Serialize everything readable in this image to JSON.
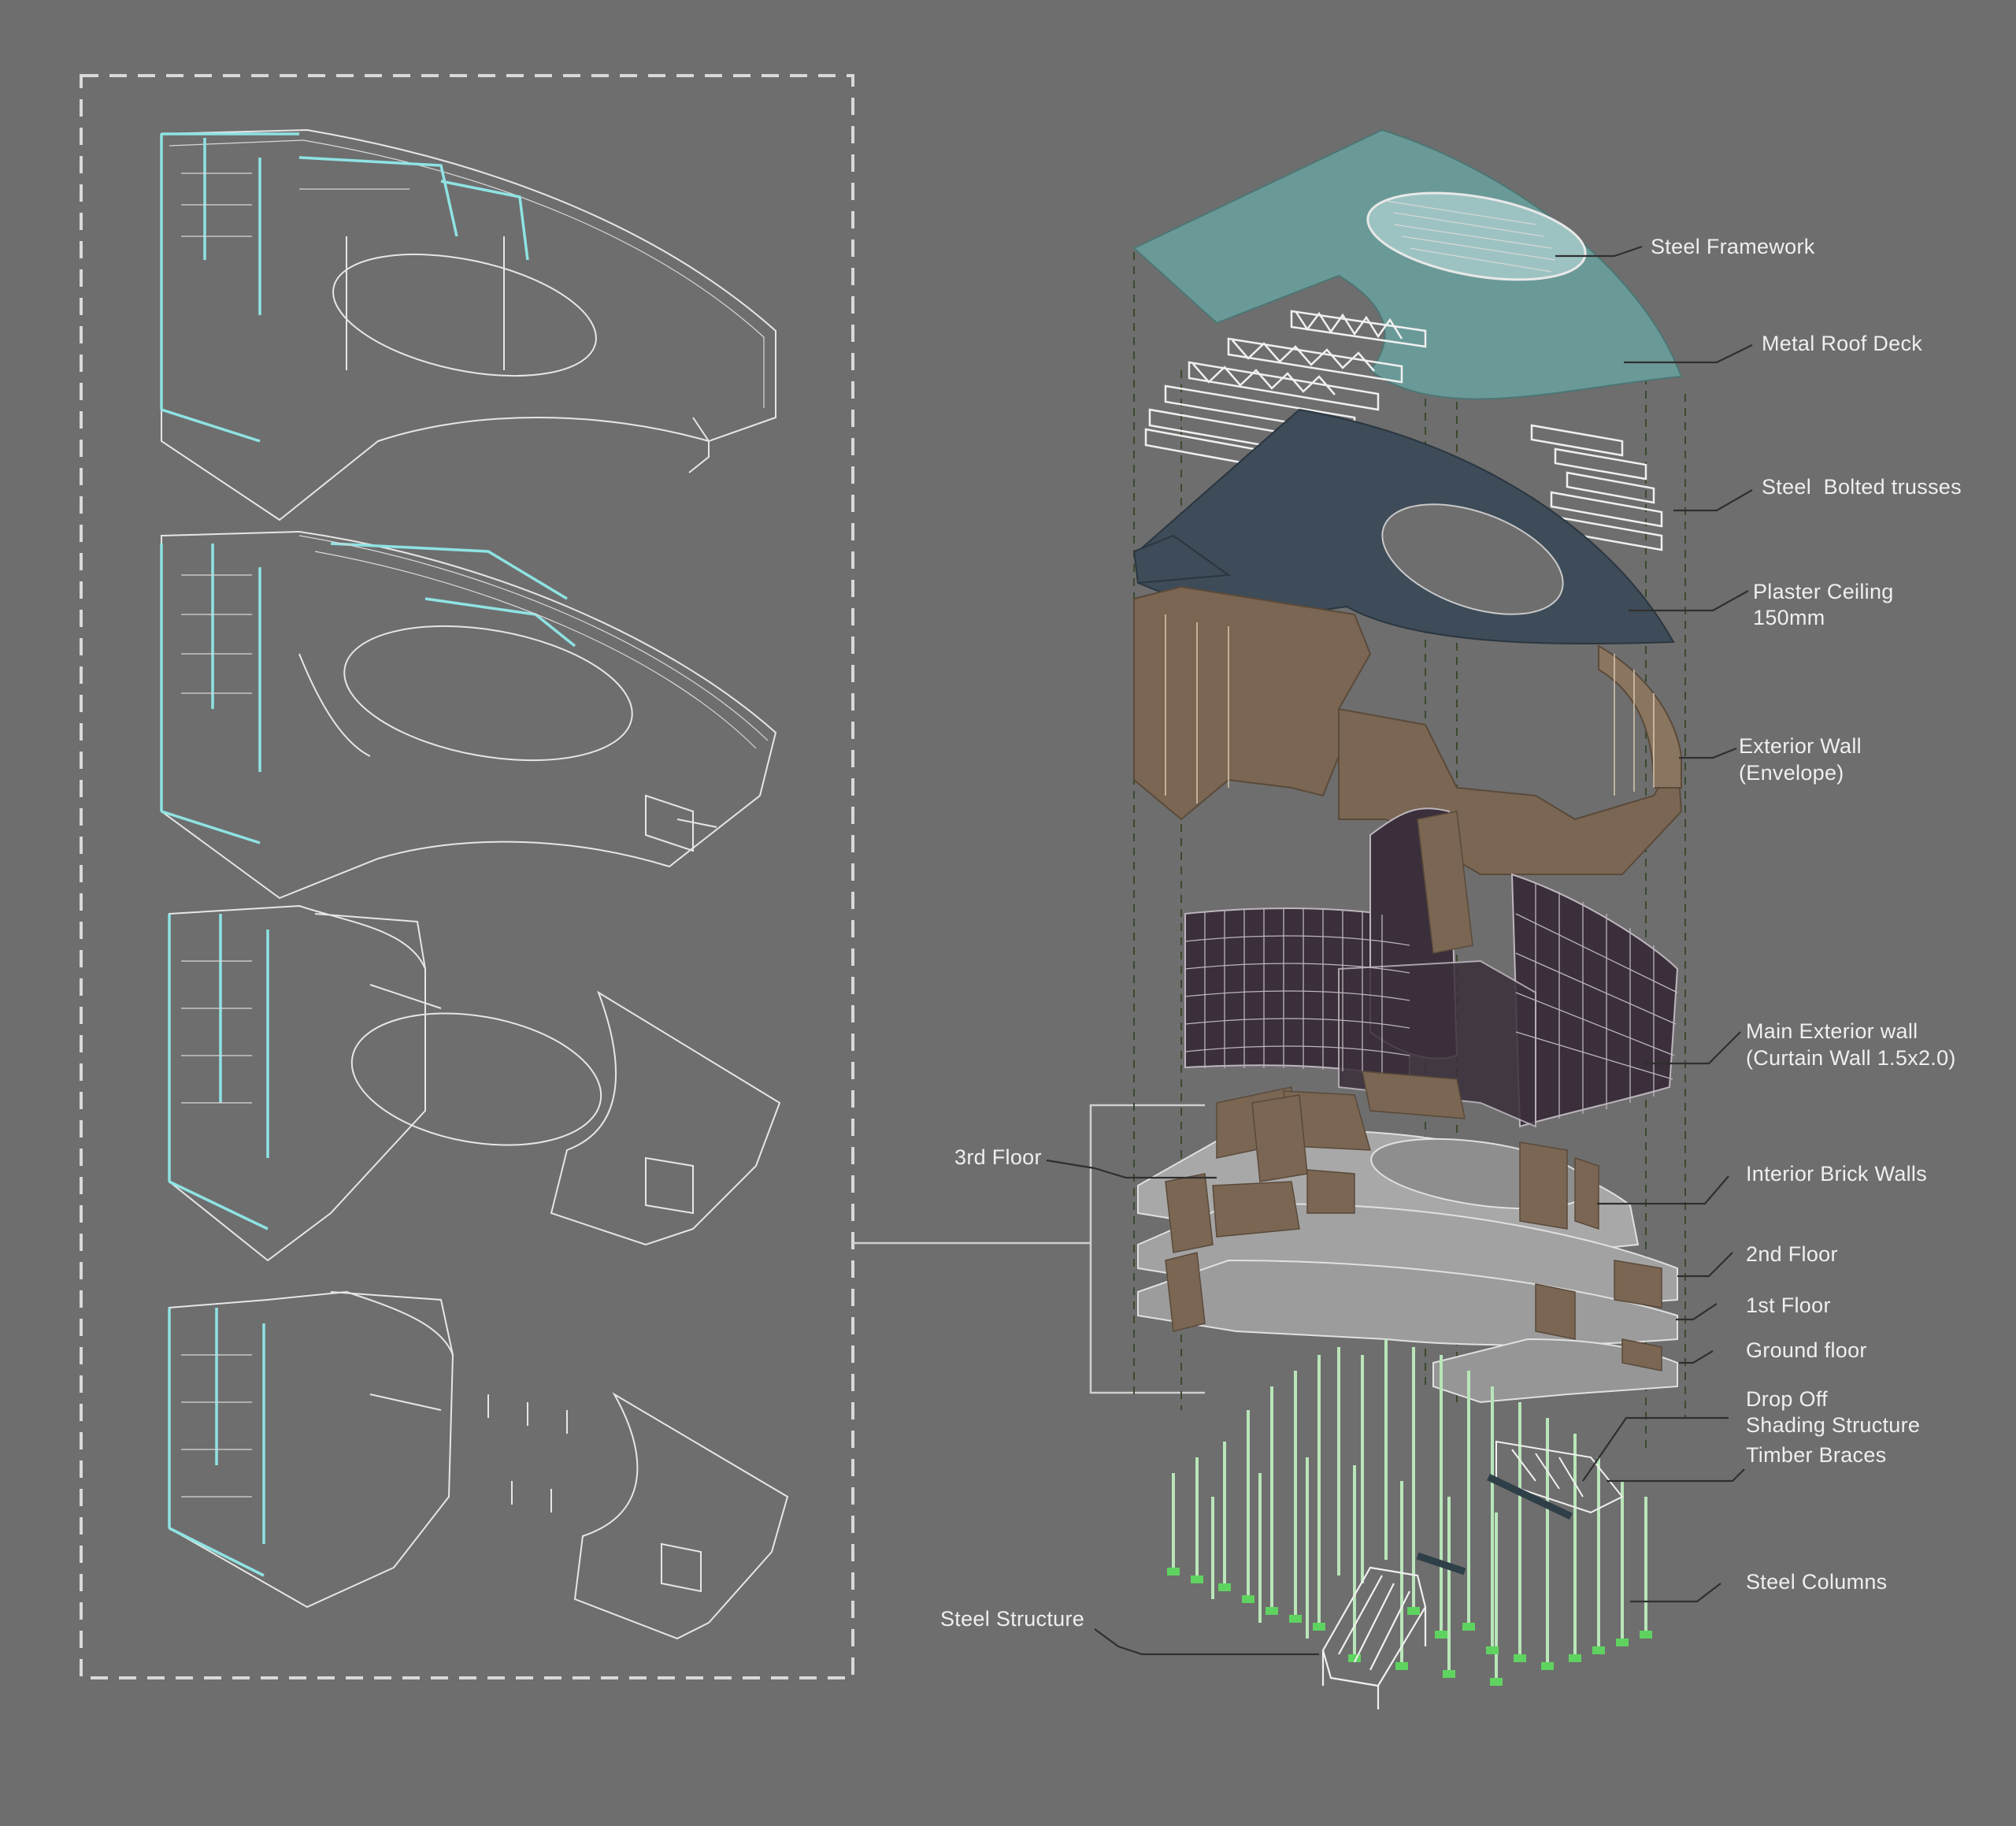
{
  "labels": {
    "steel_framework": "Steel Framework",
    "metal_roof_deck": "Metal Roof Deck",
    "steel_bolted_trusses": "Steel  Bolted trusses",
    "plaster_ceiling_1": "Plaster Ceiling",
    "plaster_ceiling_2": "150mm",
    "exterior_wall_1": "Exterior Wall",
    "exterior_wall_2": "(Envelope)",
    "main_exterior_wall_1": "Main Exterior wall",
    "main_exterior_wall_2": "(Curtain Wall 1.5x2.0)",
    "interior_brick_walls": "Interior Brick Walls",
    "second_floor": "2nd Floor",
    "first_floor": "1st Floor",
    "ground_floor": "Ground floor",
    "drop_off_1": "Drop Off",
    "drop_off_2": "Shading Structure",
    "timber_braces": "Timber Braces",
    "steel_columns": "Steel Columns",
    "third_floor": "3rd Floor",
    "steel_structure": "Steel Structure"
  },
  "colors": {
    "background": "#6e6e6e",
    "roof_deck": "#6a9a98",
    "ceiling": "#3e4b58",
    "envelope": "#7a6652",
    "curtain_wall": "#3a2f3a",
    "floor_slab": "#a8a8a8",
    "brick": "#7a6652",
    "column": "#b9e6b9",
    "footing": "#5fd35f",
    "wire_accent": "#8fe3e3"
  }
}
